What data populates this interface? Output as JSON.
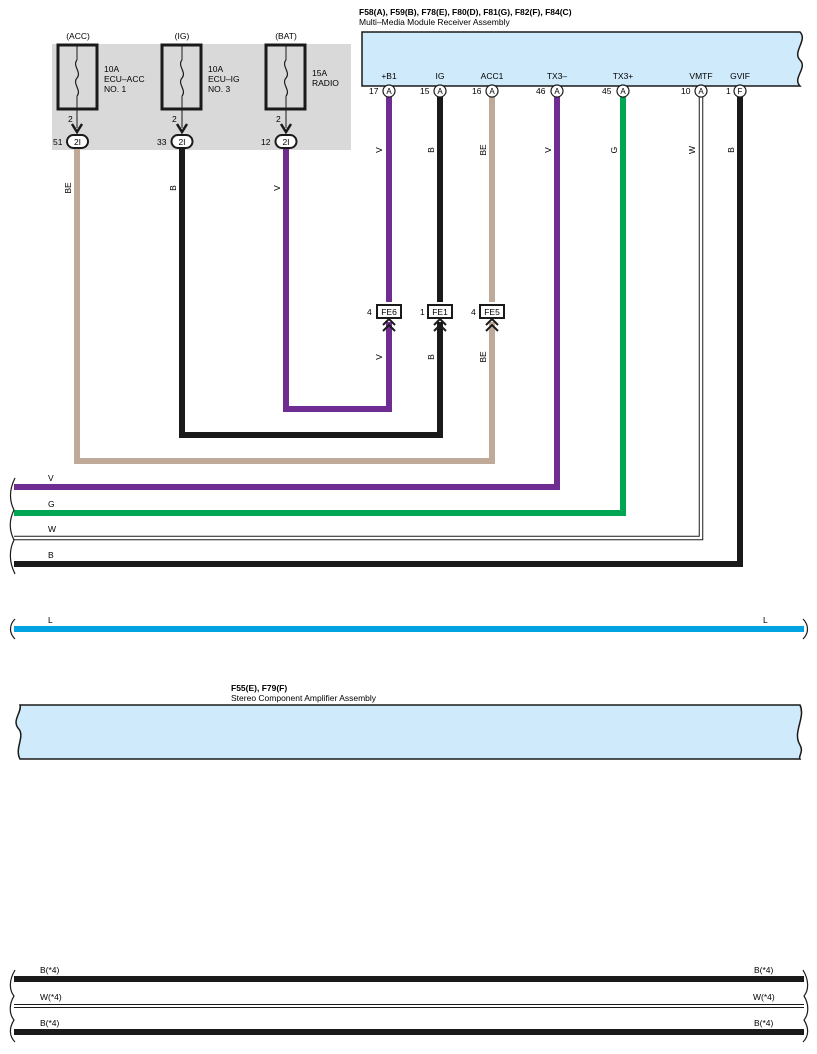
{
  "receiver": {
    "connectors": "F58(A), F59(B), F78(E), F80(D), F81(G), F82(F), F84(C)",
    "name": "Multi–Media Module Receiver Assembly",
    "pins": [
      {
        "label": "+B1",
        "num": "17",
        "conn": "A"
      },
      {
        "label": "IG",
        "num": "15",
        "conn": "A"
      },
      {
        "label": "ACC1",
        "num": "16",
        "conn": "A"
      },
      {
        "label": "TX3–",
        "num": "46",
        "conn": "A"
      },
      {
        "label": "TX3+",
        "num": "45",
        "conn": "A"
      },
      {
        "label": "VMTF",
        "num": "10",
        "conn": "A"
      },
      {
        "label": "GVIF",
        "num": "1",
        "conn": "F"
      }
    ]
  },
  "amplifier": {
    "connectors": "F55(E), F79(F)",
    "name": "Stereo Component Amplifier Assembly"
  },
  "fuses": [
    {
      "source": "(ACC)",
      "rating": "10A",
      "name1": "ECU–ACC",
      "name2": "NO. 1",
      "pin": "2",
      "jnum": "51",
      "jconn": "2I"
    },
    {
      "source": "(IG)",
      "rating": "10A",
      "name1": "ECU–IG",
      "name2": "NO. 3",
      "pin": "2",
      "jnum": "33",
      "jconn": "2I"
    },
    {
      "source": "(BAT)",
      "rating": "15A",
      "name1": "RADIO",
      "name2": "",
      "pin": "2",
      "jnum": "12",
      "jconn": "2I"
    }
  ],
  "inline_connectors": [
    {
      "id": "FE6",
      "pin": "4"
    },
    {
      "id": "FE1",
      "pin": "1"
    },
    {
      "id": "FE5",
      "pin": "4"
    }
  ],
  "wire_labels": {
    "fuse_acc": "BE",
    "fuse_ig": "B",
    "fuse_bat": "V",
    "rx_b1": "V",
    "rx_ig": "B",
    "rx_acc1": "BE",
    "rx_tx3m": "V",
    "rx_tx3p": "G",
    "rx_vmtf": "W",
    "rx_gvif": "B",
    "fe6_low": "V",
    "fe1_low": "B",
    "fe5_low": "BE",
    "bus_v": "V",
    "bus_g": "G",
    "bus_w": "W",
    "bus_b": "B",
    "bus_l_left": "L",
    "bus_l_right": "L",
    "bot1_left": "B(*4)",
    "bot1_right": "B(*4)",
    "bot2_left": "W(*4)",
    "bot2_right": "W(*4)",
    "bot3_left": "B(*4)",
    "bot3_right": "B(*4)"
  },
  "colors": {
    "violet": "#6f2c91",
    "black": "#1a1a1a",
    "beige": "#bfaa9a",
    "green": "#00a651",
    "blue": "#00a3e0",
    "white_wire": "#ffffff",
    "panel": "#d9d9d9",
    "module": "#cfeafa"
  }
}
